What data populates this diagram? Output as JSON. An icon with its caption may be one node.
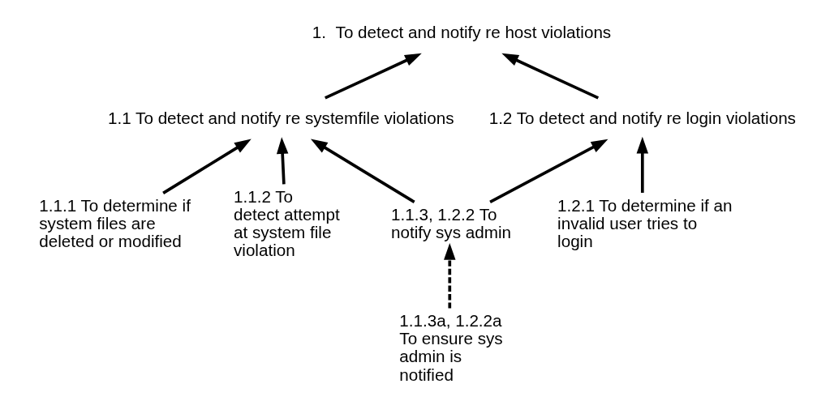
{
  "diagram": {
    "nodes": [
      {
        "text": [
          "1.  To detect and notify re host violations"
        ]
      },
      {
        "text": [
          "1.1 To detect and notify re systemfile violations"
        ]
      },
      {
        "text": [
          "1.2 To detect and notify re login violations"
        ]
      },
      {
        "text": [
          "1.1.1 To determine if system files are deleted or modified"
        ]
      },
      {
        "text": [
          "1.1.2 To detect attempt at system file violation"
        ]
      },
      {
        "text": [
          "1.1.3, 1.2.2 To notify sys admin"
        ]
      },
      {
        "text": [
          "1.2.1 To determine if an invalid user tries to login"
        ]
      },
      {
        "text": [
          "1.1.3a, 1.2.2a To ensure sys admin is notified"
        ]
      }
    ],
    "edges": [
      {
        "from": 1,
        "to": 0,
        "arrow": "to"
      },
      {
        "from": 2,
        "to": 0,
        "arrow": "to"
      },
      {
        "from": 3,
        "to": 1,
        "arrow": "to"
      },
      {
        "from": 4,
        "to": 1,
        "arrow": "to"
      },
      {
        "from": 5,
        "to": 1,
        "arrow": "to"
      },
      {
        "from": 5,
        "to": 2,
        "arrow": "to"
      },
      {
        "from": 6,
        "to": 2,
        "arrow": "to"
      },
      {
        "from": 7,
        "to": 5,
        "arrow": "to",
        "style": "dashed"
      }
    ]
  }
}
